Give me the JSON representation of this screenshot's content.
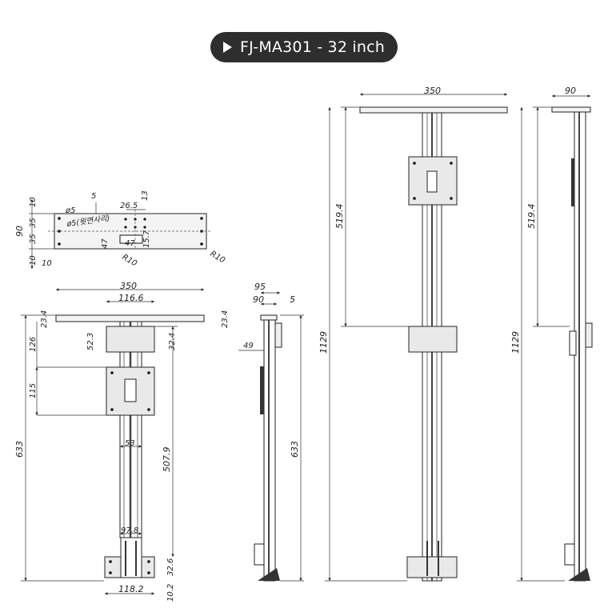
{
  "header": {
    "title": "FJ-MA301 - 32 inch",
    "icon": "play-triangle-icon"
  },
  "top_plate_dims": {
    "d1": "10",
    "d2": "35",
    "d3": "35",
    "d4": "90",
    "d5": "10",
    "d6": "10",
    "phi5": "ø5",
    "phi5_note": "ø5(윗면사리)",
    "five": "5",
    "d265": "26.5",
    "d13": "13",
    "d157": "15.7",
    "d47a": "47",
    "d47b": "47",
    "r10a": "R10",
    "r10b": "R10"
  },
  "front_view_dims": {
    "width": "350",
    "inner": "116.6",
    "d234": "23.4",
    "d126": "126",
    "d523": "52.3",
    "d324": "32.4",
    "d115": "115",
    "d53": "53",
    "d5079": "507.9",
    "d633": "633",
    "d978": "97.8",
    "d326": "32.6",
    "d1182": "118.2",
    "d102": "10.2"
  },
  "side_view_dims": {
    "d95": "95",
    "d90": "90",
    "d5": "5",
    "d234": "23.4",
    "d49": "49",
    "d633": "633"
  },
  "extended_front_dims": {
    "width": "350",
    "d5194": "519.4",
    "d1129": "1129"
  },
  "extended_side_dims": {
    "d90": "90",
    "d5194": "519.4",
    "d1129": "1129"
  }
}
